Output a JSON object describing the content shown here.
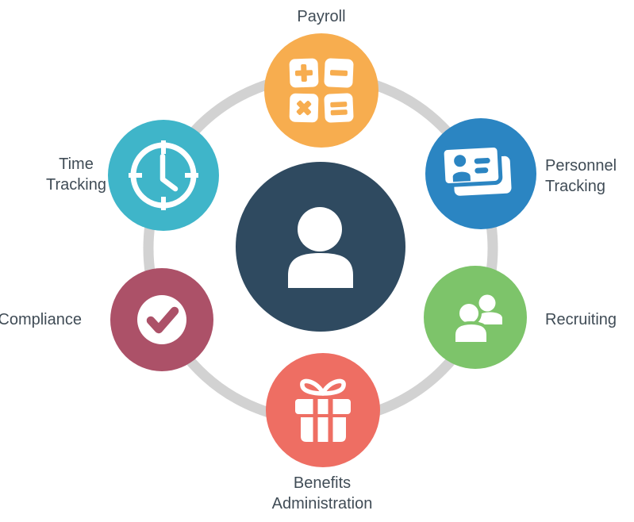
{
  "diagram": {
    "ring_color": "#D2D2D2",
    "label_color": "#404C56",
    "center": {
      "name": "employee",
      "color": "#2F4A60",
      "icon": "person-icon"
    },
    "nodes": [
      {
        "id": "payroll",
        "lines": [
          "Payroll"
        ],
        "color": "#F7AD4F",
        "icon": "calculator-icon"
      },
      {
        "id": "personnel-tracking",
        "lines": [
          "Personnel",
          "Tracking"
        ],
        "color": "#2B85C2",
        "icon": "id-card-icon"
      },
      {
        "id": "recruiting",
        "lines": [
          "Recruiting"
        ],
        "color": "#7DC46A",
        "icon": "people-icon"
      },
      {
        "id": "benefits-administration",
        "lines": [
          "Benefits",
          "Administration"
        ],
        "color": "#EE6E63",
        "icon": "gift-icon"
      },
      {
        "id": "compliance",
        "lines": [
          "Compliance"
        ],
        "color": "#AC5168",
        "icon": "checkmark-icon"
      },
      {
        "id": "time-tracking",
        "lines": [
          "Time",
          "Tracking"
        ],
        "color": "#3FB5C9",
        "icon": "clock-icon"
      }
    ]
  }
}
